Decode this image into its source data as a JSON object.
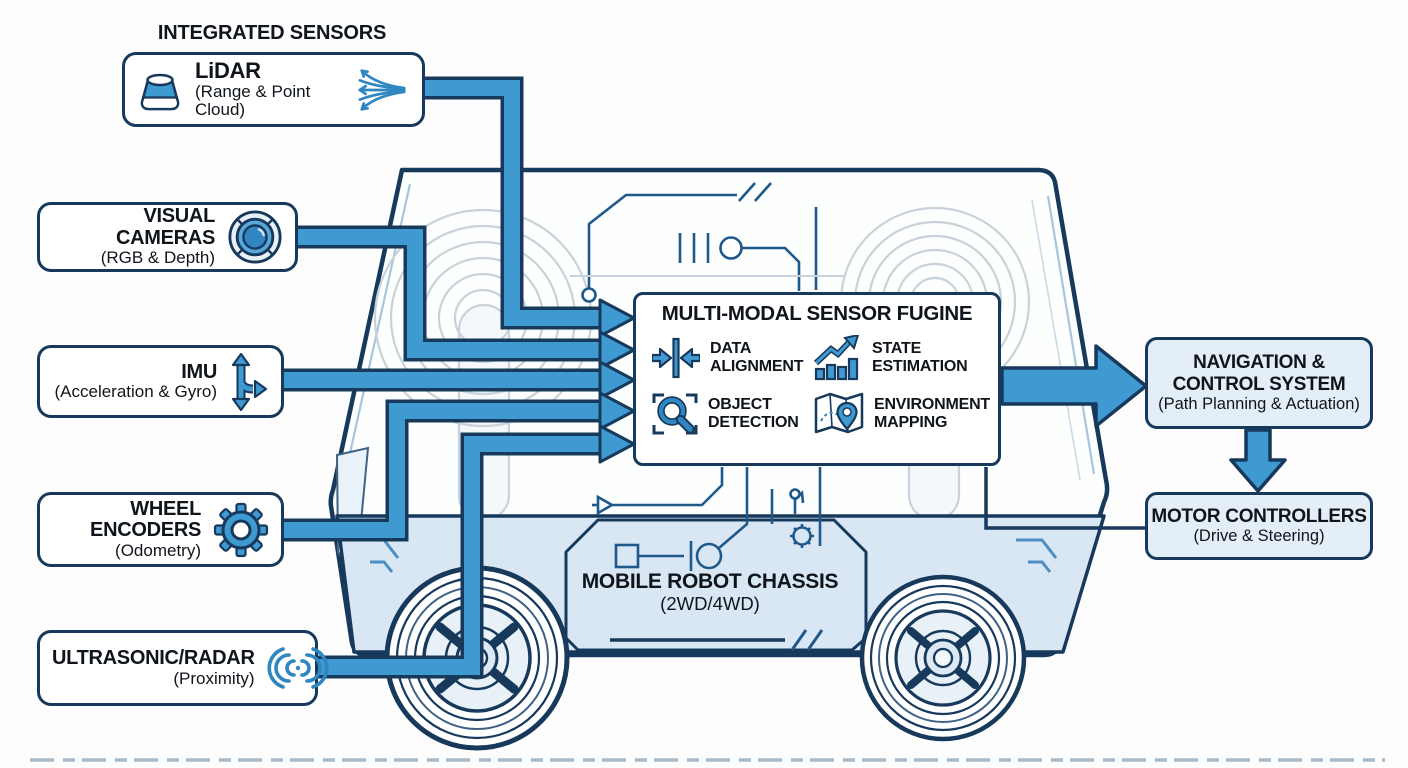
{
  "header": {
    "title": "INTEGRATED SENSORS"
  },
  "sensors": [
    {
      "name": "LiDAR",
      "detail": "(Range & Point Cloud)",
      "icon": "lidar-icon",
      "extra_icon": "point-cloud-icon"
    },
    {
      "name": "VISUAL CAMERAS",
      "detail": "(RGB & Depth)",
      "icon": "camera-lens-icon"
    },
    {
      "name": "IMU",
      "detail": "(Acceleration & Gyro)",
      "icon": "imu-axes-icon"
    },
    {
      "name": "WHEEL ENCODERS",
      "detail": "(Odometry)",
      "icon": "gear-icon"
    },
    {
      "name": "ULTRASONIC/RADAR",
      "detail": "(Proximity)",
      "icon": "sound-waves-icon"
    }
  ],
  "fusion": {
    "title": "MULTI-MODAL SENSOR FUGINE",
    "items": [
      {
        "l1": "DATA",
        "l2": "ALIGNMENT",
        "icon": "data-alignment-icon"
      },
      {
        "l1": "STATE",
        "l2": "ESTIMATION",
        "icon": "state-estimation-icon"
      },
      {
        "l1": "OBJECT",
        "l2": "DETECTION",
        "icon": "object-detection-icon"
      },
      {
        "l1": "ENVIRONMENT",
        "l2": "MAPPING",
        "icon": "environment-mapping-icon"
      }
    ]
  },
  "navigation": {
    "line1": "NAVIGATION &",
    "line2": "CONTROL SYSTEM",
    "detail": "(Path Planning & Actuation)"
  },
  "motor": {
    "title": "MOTOR CONTROLLERS",
    "detail": "(Drive & Steering)"
  },
  "chassis": {
    "title": "MOBILE ROBOT CHASSIS",
    "detail": "(2WD/4WD)"
  },
  "colors": {
    "accent_blue": "#3f9ad2",
    "outline_navy": "#17395c",
    "chassis_fill": "#d9e7f4",
    "light_box_fill": "#e4eef7",
    "faint_gray": "#c9d2da",
    "trace_blue": "#1f598c"
  }
}
